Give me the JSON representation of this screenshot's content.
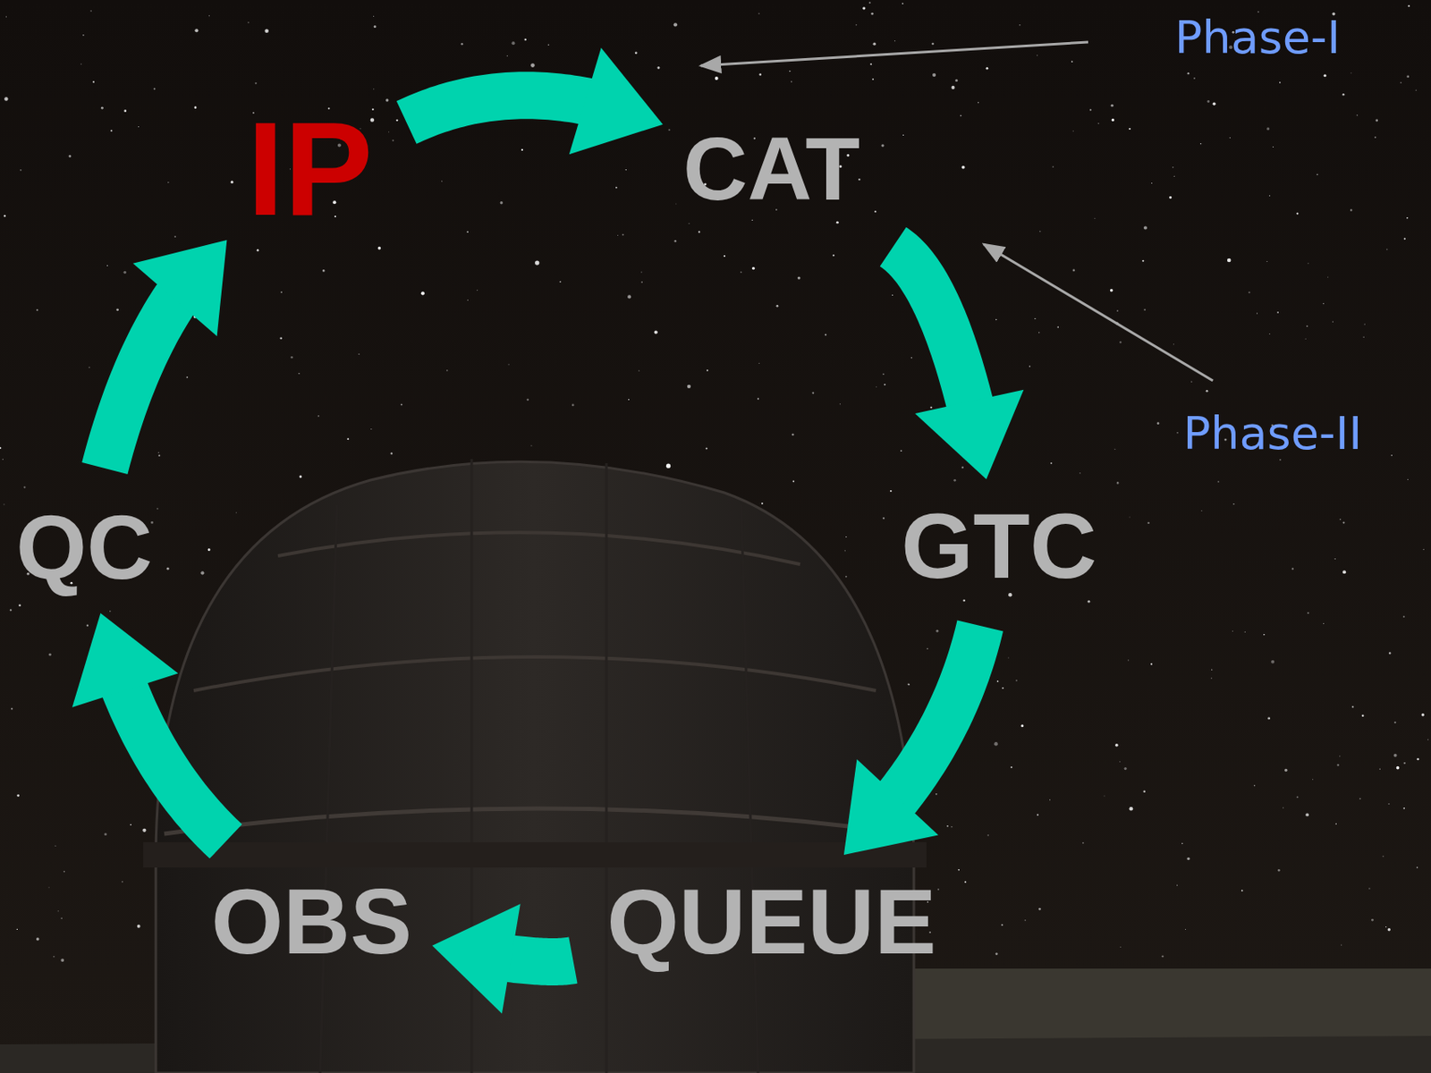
{
  "diagram": {
    "nodes": [
      {
        "text": [
          "IP"
        ]
      },
      {
        "text": [
          "CAT"
        ]
      },
      {
        "text": [
          "GTC"
        ]
      },
      {
        "text": [
          "QUEUE"
        ]
      },
      {
        "text": [
          "OBS"
        ]
      },
      {
        "text": [
          "QC"
        ]
      }
    ],
    "edges": [
      {
        "from": 0,
        "to": 1,
        "arrow": "to"
      },
      {
        "from": 1,
        "to": 2,
        "arrow": "to"
      },
      {
        "from": 2,
        "to": 3,
        "arrow": "to"
      },
      {
        "from": 3,
        "to": 4,
        "arrow": "to"
      },
      {
        "from": 4,
        "to": 5,
        "arrow": "to"
      },
      {
        "from": 5,
        "to": 0,
        "arrow": "to"
      }
    ],
    "labels": [
      "Phase-I",
      "Phase-II"
    ]
  }
}
